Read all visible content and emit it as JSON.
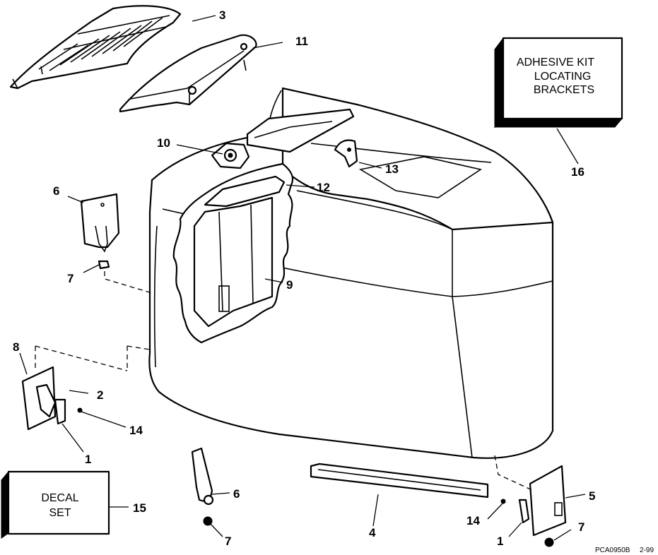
{
  "callouts": {
    "c1a": "1",
    "c1b": "1",
    "c2": "2",
    "c3": "3",
    "c4": "4",
    "c5": "5",
    "c6a": "6",
    "c6b": "6",
    "c7a": "7",
    "c7b": "7",
    "c7c": "7",
    "c8": "8",
    "c9": "9",
    "c10": "10",
    "c11": "11",
    "c12": "12",
    "c13": "13",
    "c14a": "14",
    "c14b": "14",
    "c15": "15",
    "c16": "16"
  },
  "adhesive_box": {
    "line1": "ADHESIVE KIT",
    "line2": "LOCATING",
    "line3": "BRACKETS"
  },
  "decal_box": {
    "line1": "DECAL",
    "line2": "SET"
  },
  "reference": {
    "code": "PCA0950B",
    "date": "2-99"
  },
  "colors": {
    "ink": "#000000",
    "paper": "#ffffff"
  }
}
